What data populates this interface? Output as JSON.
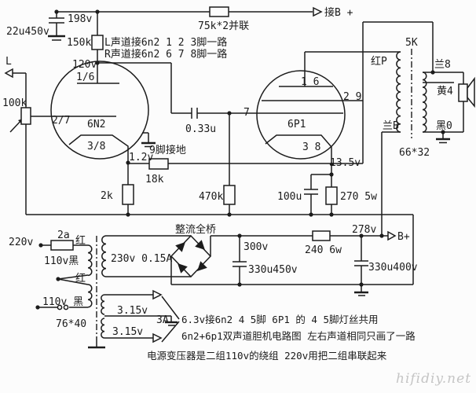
{
  "schematic": {
    "colors": {
      "line": "#1c1c1c",
      "background": "#fcfcfc",
      "watermark": "#c5c5c5"
    },
    "labels": {
      "input_l": "L",
      "v198": "198v",
      "cap22u": "22u450v",
      "r150k": "150k",
      "note_left_ch": "L声道接6n2 1 2 3脚一路",
      "note_right_ch": "R声道接6n2 6 7 8脚一路",
      "v120": "120v",
      "r75k": "75k*2并联",
      "to_bplus": "接B +",
      "pins16_6n2": "1/6",
      "r100k": "100k",
      "pins27_6n2": "2/7",
      "tube_6n2": "6N2",
      "pins38_6n2": "3/8",
      "pin9_gnd": "9脚接地",
      "v1_2": "1.2v",
      "r2k": "2k",
      "r18k": "18k",
      "r470k": "470k",
      "c033u": "0.33u",
      "pin7_6p1": "7",
      "tube_6p1": "6P1",
      "pins16_6p1": "1 6",
      "pins29_6p1": "2 9",
      "pins38_6p1": "3 8",
      "v13_5": "13.5v",
      "c100u": "100u",
      "r270": "270 5w",
      "opt_red_p": "红P",
      "opt_5k": "5K",
      "opt_blue8": "兰8",
      "opt_yellow4": "黄4",
      "opt_blue_b": "兰B",
      "opt_black0": "黑0",
      "opt_core": "66*32",
      "v220": "220v",
      "fuse2a": "2a",
      "red1": "红",
      "v110_black1": "110v黑",
      "red2": "红",
      "v110_black2": "110v 黑",
      "pt_core": "76*40",
      "v230": "230v 0.15A",
      "bridge": "整流全桥",
      "v300": "300v",
      "c330_450": "330u450v",
      "r240": "240 6w",
      "v278": "278v",
      "b_plus": "B+",
      "c330_400": "330u400v",
      "v315_a": "3.15v",
      "v315_b": "3.15v",
      "a3": "3A"
    },
    "notes": {
      "line1": "6.3v接6n2 4 5脚 6P1 的 4 5脚灯丝共用",
      "line2": "6n2+6p1双声道胆机电路图  左右声道相同只画了一路",
      "line3": "电源变压器是二组110v的绕组  220v用把二组串联起来"
    },
    "watermark": "hifidiy.net"
  }
}
